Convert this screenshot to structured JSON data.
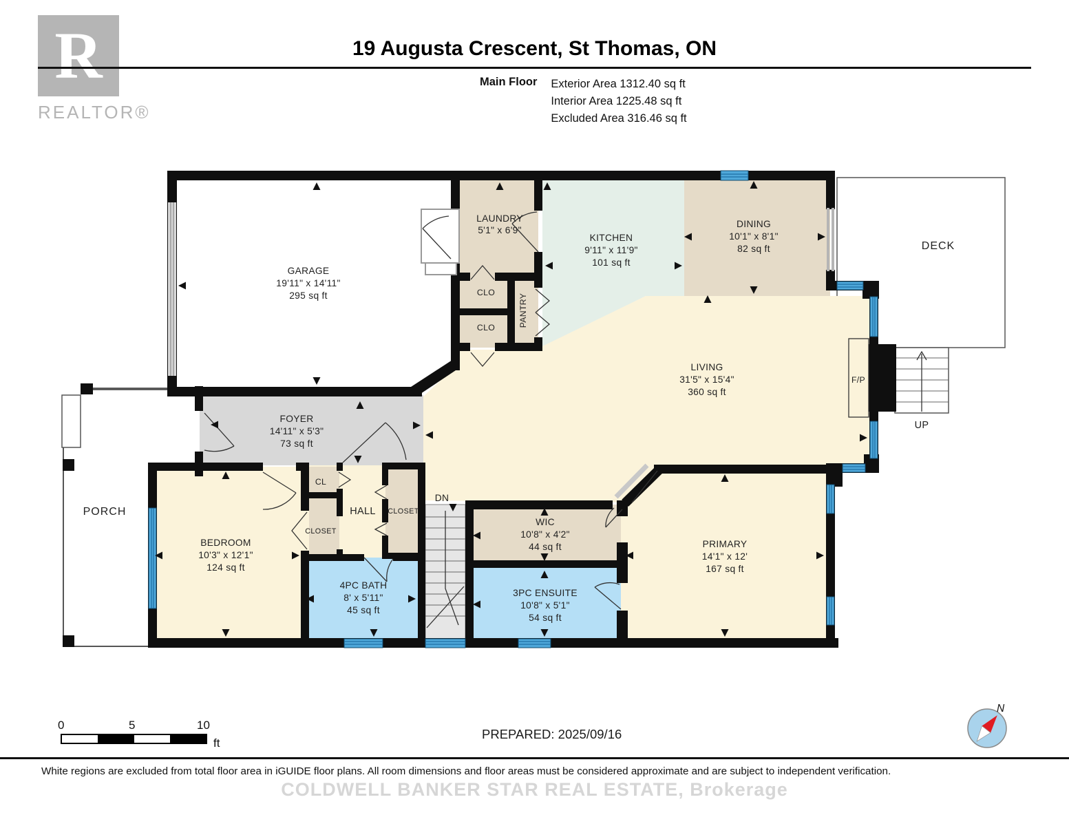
{
  "header": {
    "logo_r": "R",
    "logo_text": "REALTOR®",
    "title": "19 Augusta Crescent, St Thomas, ON",
    "floor_label": "Main Floor",
    "stats": {
      "exterior": "Exterior Area 1312.40 sq ft",
      "interior": "Interior Area 1225.48 sq ft",
      "excluded": "Excluded Area 316.46 sq ft"
    }
  },
  "rooms": {
    "garage": {
      "name": "GARAGE",
      "dims": "19'11\" x 14'11\"",
      "area": "295 sq ft"
    },
    "laundry": {
      "name": "LAUNDRY",
      "dims": "5'1\" x 6'9\""
    },
    "kitchen": {
      "name": "KITCHEN",
      "dims": "9'11\" x 11'9\"",
      "area": "101 sq ft"
    },
    "dining": {
      "name": "DINING",
      "dims": "10'1\" x 8'1\"",
      "area": "82 sq ft"
    },
    "living": {
      "name": "LIVING",
      "dims": "31'5\" x 15'4\"",
      "area": "360 sq ft"
    },
    "foyer": {
      "name": "FOYER",
      "dims": "14'11\" x 5'3\"",
      "area": "73 sq ft"
    },
    "bedroom": {
      "name": "BEDROOM",
      "dims": "10'3\" x 12'1\"",
      "area": "124 sq ft"
    },
    "wic": {
      "name": "WIC",
      "dims": "10'8\" x 4'2\"",
      "area": "44 sq ft"
    },
    "bath": {
      "name": "4PC BATH",
      "dims": "8' x 5'11\"",
      "area": "45 sq ft"
    },
    "ensuite": {
      "name": "3PC ENSUITE",
      "dims": "10'8\" x 5'1\"",
      "area": "54 sq ft"
    },
    "primary": {
      "name": "PRIMARY",
      "dims": "14'1\" x 12'",
      "area": "167 sq ft"
    }
  },
  "labels": {
    "porch": "PORCH",
    "deck": "DECK",
    "up": "UP",
    "dn": "DN",
    "fp": "F/P",
    "cl": "CL",
    "clo_upper": "CLO",
    "clo_lower": "CLO",
    "closet_bedroom": "CLOSET",
    "closet_hall": "CLOSET",
    "pantry": "PANTRY",
    "hall": "HALL",
    "compass_north": "N"
  },
  "scale_bar": {
    "tick_0": "0",
    "tick_5": "5",
    "tick_10": "10",
    "unit": "ft"
  },
  "footer": {
    "prepared": "PREPARED: 2025/09/16",
    "disclaimer": "White regions are excluded from total floor area in iGUIDE floor plans. All room dimensions and floor areas must be considered approximate and are subject to independent verification.",
    "watermark": "COLDWELL BANKER STAR REAL ESTATE, Brokerage"
  },
  "colors": {
    "wall": "#0f0f0f",
    "room_tan": "#e5dbc8",
    "room_green": "#e4efe8",
    "room_yellow": "#fbf3da",
    "room_blue": "#b5dff6",
    "foyer_gray": "#d8d8d8",
    "window_blue": "#4fa8da",
    "logo_gray": "#b5b5b5",
    "compass_red": "#e01b22",
    "compass_light_blue": "#a9d3ec"
  }
}
